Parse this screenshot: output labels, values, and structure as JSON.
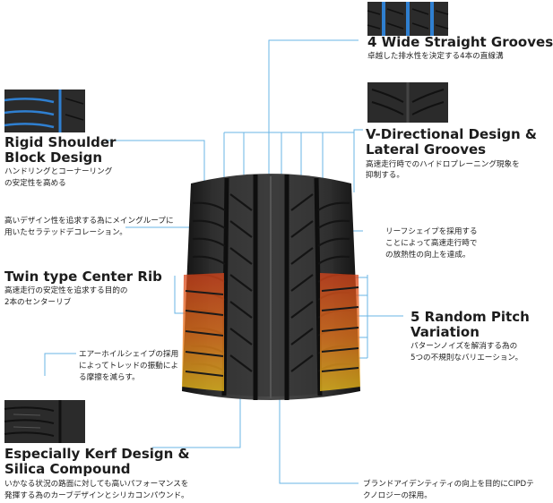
{
  "features": {
    "wide_grooves": {
      "title": "4 Wide Straight Grooves",
      "desc": "卓越した排水性を決定する4本の直線溝"
    },
    "v_directional": {
      "title_line1": "V-Directional Design &",
      "title_line2": "Lateral Grooves",
      "desc_line1": "高速走行時でのハイドロプレーニング現象を",
      "desc_line2": "抑制する。"
    },
    "rigid_shoulder": {
      "title_line1": "Rigid Shoulder",
      "title_line2": "Block Design",
      "desc_line1": "ハンドリングとコーナーリング",
      "desc_line2": "の安定性を高める"
    },
    "serrated_deco": {
      "desc_line1": "高いデザイン性を追求する為にメイングループに",
      "desc_line2": "用いたセラテッドデコレーション。"
    },
    "leaf_shape": {
      "desc_line1": "リーフシェイプを採用する",
      "desc_line2": "ことによって高速走行時で",
      "desc_line3": "の放熱性の向上を達成。"
    },
    "twin_rib": {
      "title": "Twin type Center Rib",
      "desc_line1": "高速走行の安定性を追求する目的の",
      "desc_line2": "2本のセンターリブ"
    },
    "random_pitch": {
      "title_line1": "5 Random Pitch",
      "title_line2": "Variation",
      "desc_line1": "パターンノイズを解消する為の",
      "desc_line2": "5つの不規則なバリエーション。"
    },
    "air_hole": {
      "desc_line1": "エアーホイルシェイプの採用",
      "desc_line2": "によってトレッドの振動によ",
      "desc_line3": "る摩擦を減らす。"
    },
    "kerf_silica": {
      "title_line1": "Especially Kerf Design &",
      "title_line2": "Silica Compound",
      "desc_line1": "いかなる状況の路面に対しても高いパフォーマンスを",
      "desc_line2": "発揮する為のカーブデザインとシリカコンパウンド。"
    },
    "brand_identity": {
      "desc_line1": "ブランドアイデンティティの向上を目的にCIPDテ",
      "desc_line2": "クノロジーの採用。"
    }
  },
  "colors": {
    "leader_line": "#6ab4e6",
    "groove_highlight": "#2f7fd0",
    "pitch_orange": "#e8601a",
    "pitch_yellow": "#f3c21c",
    "tire_rubber": "#2a2a2a"
  }
}
